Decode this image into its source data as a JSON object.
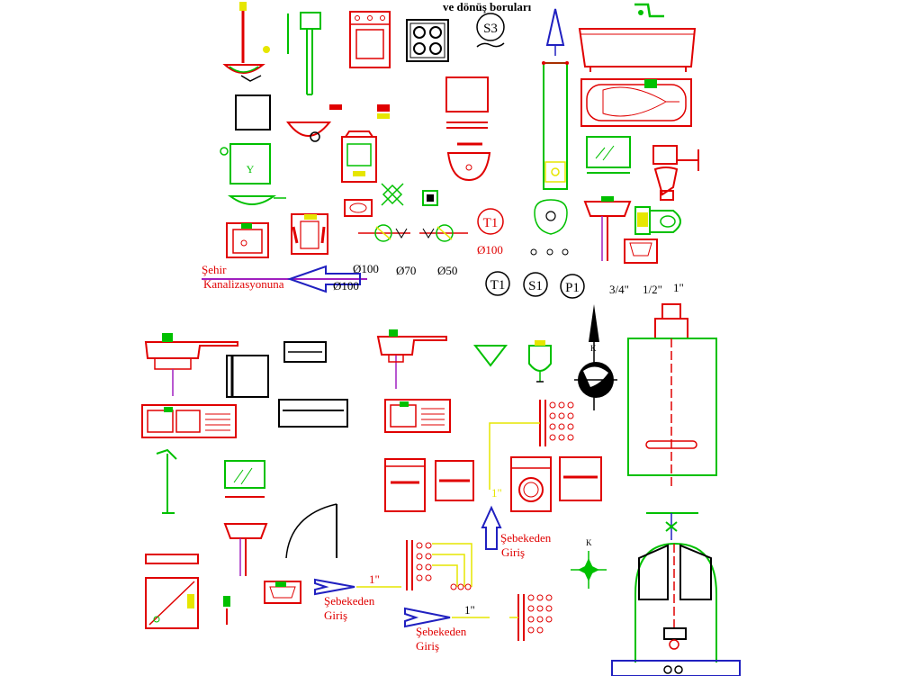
{
  "labels": {
    "header": "ve dönüş boruları",
    "s3": "S3",
    "t1_top": "T1",
    "d100_red": "Ø100",
    "d100_a": "Ø100",
    "d70": "Ø70",
    "d50": "Ø50",
    "sehir": "Şehir",
    "kanal": "Kanalizasyonuna",
    "d100_b": "Ø100",
    "t1": "T1",
    "s1": "S1",
    "p1": "P1",
    "s34": "3/4\"",
    "s12": "1/2\"",
    "s1in": "1\"",
    "inch_mid": "1\"",
    "sebekeden_mid": "Şebekeden",
    "giris_mid": "Giriş",
    "inch_left": "1\"",
    "sebekeden_left": "Şebekeden",
    "giris_left": "Giriş",
    "inch_low": "1\"",
    "sebekeden_low": "Şebekeden",
    "giris_low": "Giriş",
    "k": "K",
    "y": "Y"
  },
  "colors": {
    "red": "#e00000",
    "green": "#00c000",
    "yellow": "#e6e600",
    "blue": "#2020c0",
    "magenta": "#a020c0",
    "black": "#000000"
  }
}
